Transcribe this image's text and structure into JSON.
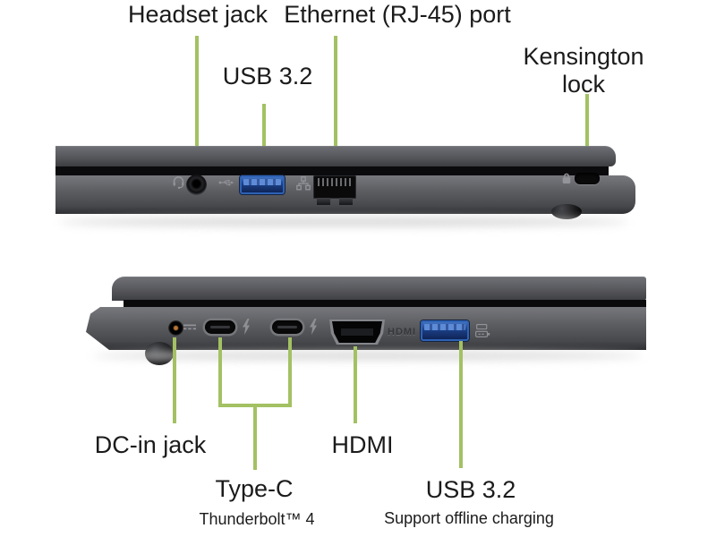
{
  "colors": {
    "background": "#ffffff",
    "leader_line_green": "#a3c163",
    "chassis_gray": "#5b5c60",
    "usb_port_blue": "#2e62b4",
    "label_text": "#1b1b1b"
  },
  "top_view": {
    "labels": {
      "headset_jack": "Headset jack",
      "usb_3_2": "USB 3.2",
      "ethernet": "Ethernet (RJ-45) port",
      "kensington_line1": "Kensington",
      "kensington_line2": "lock"
    },
    "icons": [
      "headset-icon",
      "usb-icon",
      "network-icon",
      "lock-icon"
    ]
  },
  "bottom_view": {
    "labels": {
      "dc_in": "DC-in jack",
      "type_c": "Type-C",
      "type_c_sub": "Thunderbolt™ 4",
      "hdmi": "HDMI",
      "usb_3_2": "USB 3.2",
      "usb_sub": "Support offline charging"
    },
    "chassis_text_hdmi": "HDMI",
    "icons": [
      "dc-power-icon",
      "thunderbolt-icon",
      "battery-charging-icon"
    ]
  }
}
